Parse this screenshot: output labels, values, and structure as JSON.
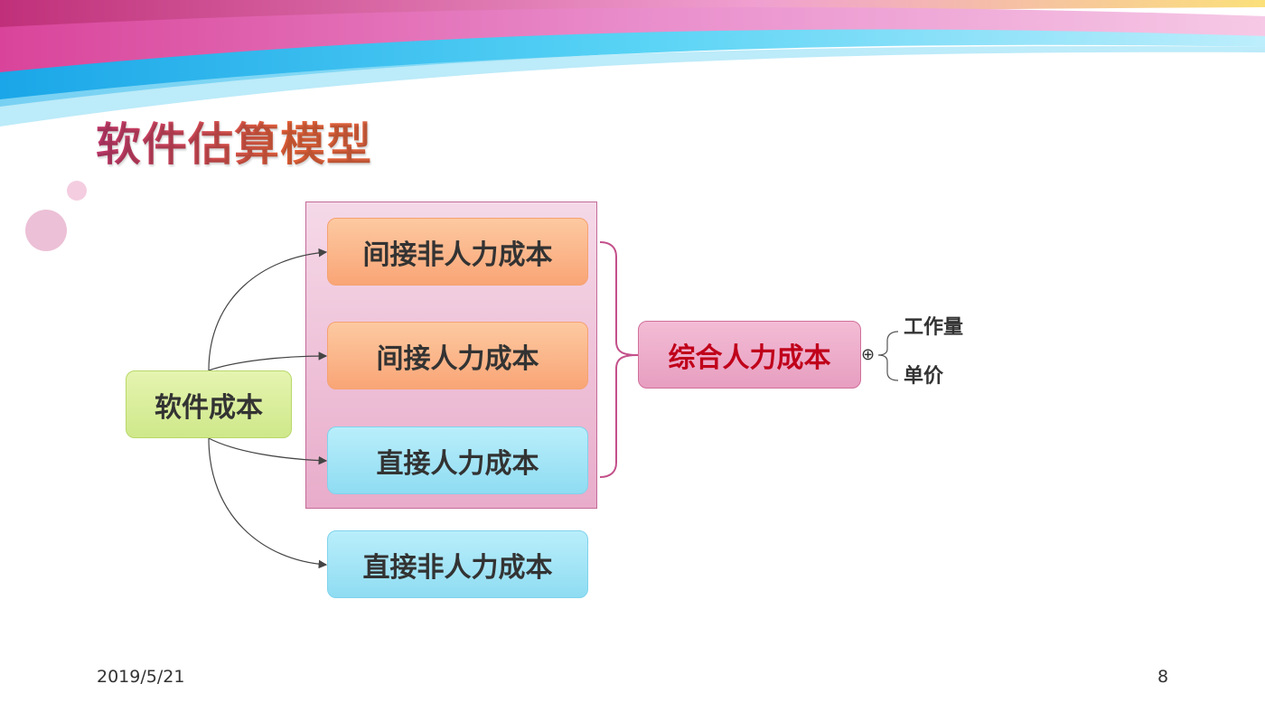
{
  "title": "软件估算模型",
  "boxes": {
    "software_cost": "软件成本",
    "indirect_nonlabor": "间接非人力成本",
    "indirect_labor": "间接人力成本",
    "direct_labor": "直接人力成本",
    "direct_nonlabor": "直接非人力成本",
    "total_labor": "综合人力成本"
  },
  "operator": "⊕",
  "factors": [
    "工作量",
    "单价"
  ],
  "footer": {
    "date": "2019/5/21",
    "page": "8"
  },
  "colors": {
    "orange_box": "#f9a576",
    "blue_box": "#8fdcf2",
    "green_box": "#cfe88a",
    "pink_box": "#e79ec0",
    "highlight_text": "#c0001a",
    "group_frame": "#c36a98"
  }
}
